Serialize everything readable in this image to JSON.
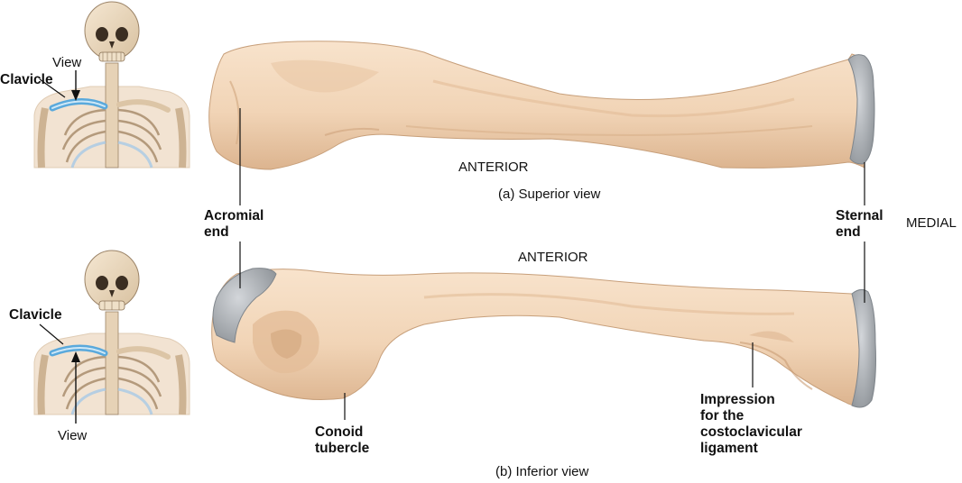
{
  "panels": {
    "superior": {
      "caption": "(a) Superior view",
      "direction_top": "ANTERIOR",
      "thumb_clavicle": "Clavicle",
      "thumb_view": "View"
    },
    "inferior": {
      "caption": "(b) Inferior view",
      "direction_top": "ANTERIOR",
      "thumb_clavicle": "Clavicle",
      "thumb_view": "View"
    }
  },
  "labels": {
    "acromial_1": "Acromial",
    "acromial_2": "end",
    "sternal_1": "Sternal",
    "sternal_2": "end",
    "medial": "MEDIAL",
    "conoid_1": "Conoid",
    "conoid_2": "tubercle",
    "impression_1": "Impression",
    "impression_2": "for the",
    "impression_3": "costoclavicular",
    "impression_4": "ligament"
  },
  "colors": {
    "bone": "#f3d8bd",
    "bone_shadow": "#d9b696",
    "cartilage": "#a9adb2",
    "highlight_clavicle": "#5aa9dc",
    "leader_line": "#111111"
  }
}
